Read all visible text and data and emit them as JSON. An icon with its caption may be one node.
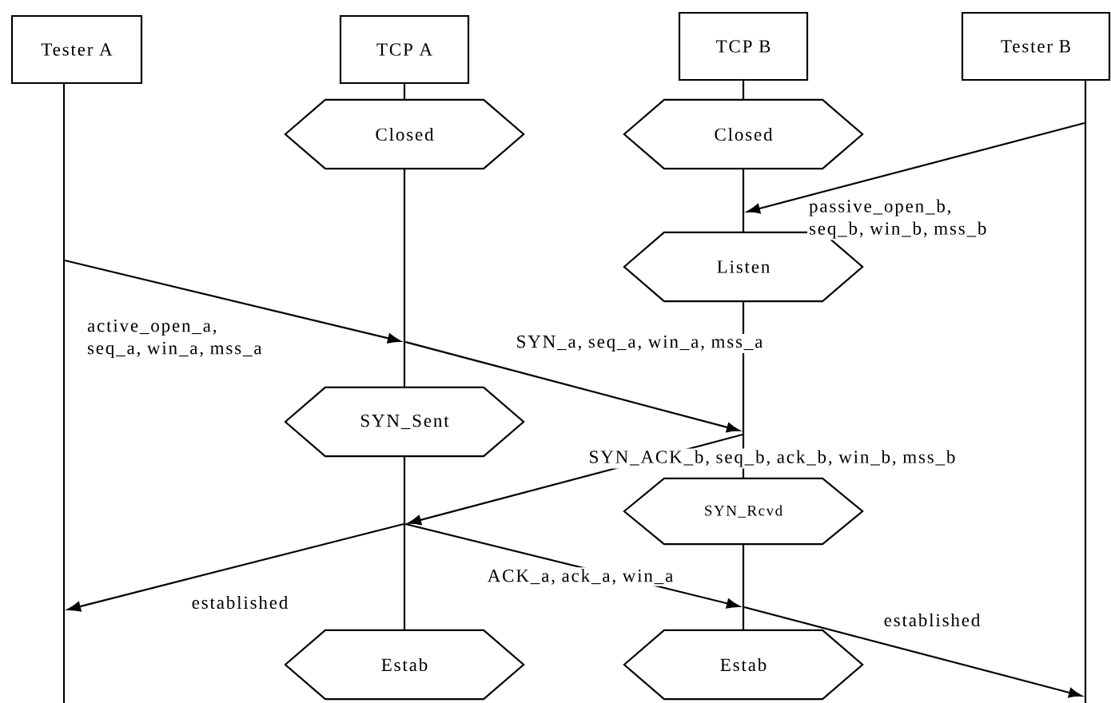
{
  "diagram": {
    "nodes": [
      {
        "text": [
          "Tester A"
        ]
      },
      {
        "text": [
          "TCP A"
        ]
      },
      {
        "text": [
          "TCP B"
        ]
      },
      {
        "text": [
          "Tester B"
        ]
      },
      {
        "text": [
          "Closed"
        ]
      },
      {
        "text": [
          "Closed"
        ]
      },
      {
        "text": [
          "Listen"
        ]
      },
      {
        "text": [
          "SYN_Sent"
        ]
      },
      {
        "text": [
          "SYN_Rcvd"
        ]
      },
      {
        "text": [
          "Estab"
        ]
      },
      {
        "text": [
          "Estab"
        ]
      },
      {
        "text": [],
        "shape": "line"
      },
      {
        "text": [],
        "shape": "line"
      },
      {
        "text": [],
        "shape": "line"
      },
      {
        "text": [],
        "shape": "line"
      },
      {
        "text": [],
        "shape": "line"
      },
      {
        "text": [],
        "shape": "line"
      },
      {
        "text": [],
        "shape": "line"
      }
    ],
    "edges": [
      {
        "from": 1,
        "to": 4,
        "arrow": "none"
      },
      {
        "from": 2,
        "to": 5,
        "arrow": "none"
      },
      {
        "from": 17,
        "to": 14,
        "arrow": "to",
        "label": "passive_open_b, seq_b, win_b, mss_b"
      },
      {
        "from": 11,
        "to": 12,
        "arrow": "to",
        "label": "active_open_a, seq_a, win_a, mss_a"
      },
      {
        "from": 12,
        "to": 15,
        "arrow": "to",
        "label": "SYN_a, seq_a, win_a, mss_a"
      },
      {
        "from": 15,
        "to": 13,
        "arrow": "to",
        "label": "SYN_ACK_b, seq_b, ack_b, win_b, mss_b"
      },
      {
        "from": 13,
        "to": 11,
        "arrow": "to",
        "label": "established"
      },
      {
        "from": 13,
        "to": 16,
        "arrow": "to",
        "label": "ACK_a, ack_a, win_a"
      },
      {
        "from": 16,
        "to": 17,
        "arrow": "to",
        "label": "established"
      }
    ]
  }
}
